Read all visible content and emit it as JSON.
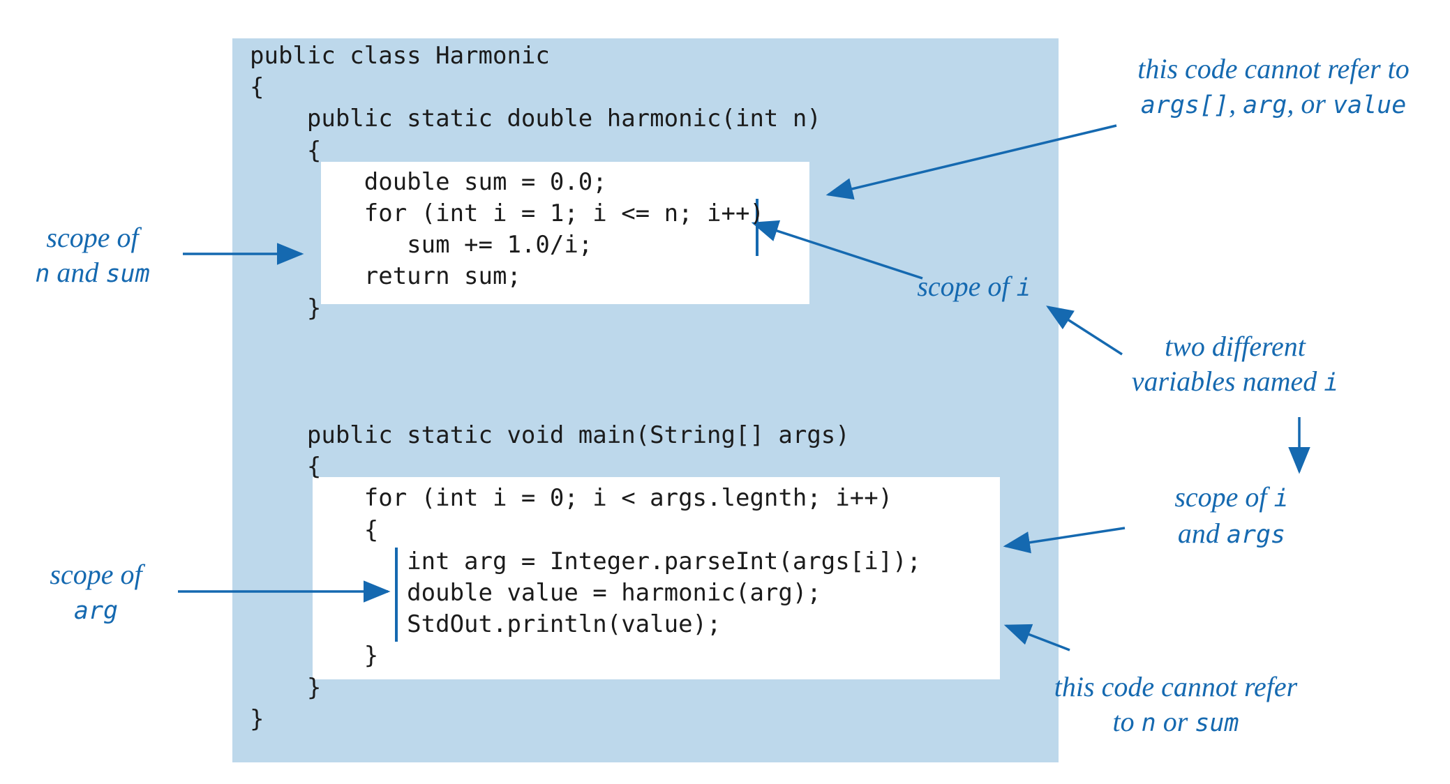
{
  "colors": {
    "panel_blue": "#bdd8eb",
    "accent_blue": "#1569b0",
    "code_text": "#1b1b1b",
    "box_white": "#ffffff"
  },
  "code": {
    "harmonic_block": [
      "public class Harmonic",
      "{",
      "    public static double harmonic(int n)",
      "    {",
      "        double sum = 0.0;",
      "        for (int i = 1; i <= n; i++)",
      "           sum += 1.0/i;",
      "        return sum;",
      "    }"
    ],
    "main_block": [
      "    public static void main(String[] args)",
      "    {",
      "        for (int i = 0; i < args.legnth; i++)",
      "        {",
      "           int arg = Integer.parseInt(args[i]);",
      "           double value = harmonic(arg);",
      "           StdOut.println(value);",
      "        }",
      "    }",
      "}"
    ]
  },
  "annotations": {
    "cannot_refer_args": {
      "lines": [
        [
          {
            "t": "this code cannot refer to"
          }
        ],
        [
          {
            "t": "args[]",
            "mono": true
          },
          {
            "t": ", "
          },
          {
            "t": "arg",
            "mono": true
          },
          {
            "t": ", or "
          },
          {
            "t": "value",
            "mono": true
          }
        ]
      ]
    },
    "scope_n_sum": {
      "lines": [
        [
          {
            "t": "scope of"
          }
        ],
        [
          {
            "t": "n",
            "mono": true
          },
          {
            "t": " and "
          },
          {
            "t": "sum",
            "mono": true
          }
        ]
      ]
    },
    "scope_i_harmonic": {
      "lines": [
        [
          {
            "t": "scope of "
          },
          {
            "t": "i",
            "mono": true
          }
        ]
      ]
    },
    "two_different_i": {
      "lines": [
        [
          {
            "t": "two different"
          }
        ],
        [
          {
            "t": "variables named "
          },
          {
            "t": "i",
            "mono": true
          }
        ]
      ]
    },
    "scope_i_args": {
      "lines": [
        [
          {
            "t": "scope of "
          },
          {
            "t": "i",
            "mono": true
          }
        ],
        [
          {
            "t": "and "
          },
          {
            "t": "args",
            "mono": true
          }
        ]
      ]
    },
    "scope_arg": {
      "lines": [
        [
          {
            "t": "scope of"
          }
        ],
        [
          {
            "t": "arg",
            "mono": true
          }
        ]
      ]
    },
    "cannot_refer_n_sum": {
      "lines": [
        [
          {
            "t": "this code cannot refer"
          }
        ],
        [
          {
            "t": "to "
          },
          {
            "t": "n",
            "mono": true
          },
          {
            "t": " or "
          },
          {
            "t": "sum",
            "mono": true
          }
        ]
      ]
    }
  }
}
